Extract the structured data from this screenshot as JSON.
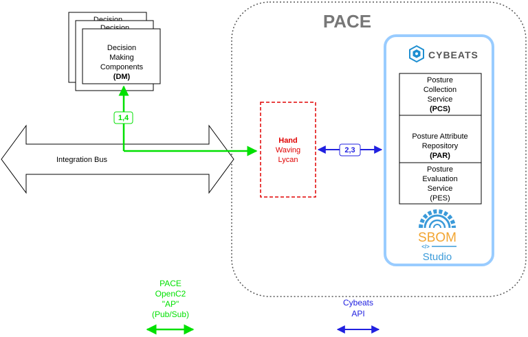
{
  "pace": {
    "title": "PACE"
  },
  "dm": {
    "line1": "Decision",
    "line2": "Making",
    "line3": "Components",
    "line4": "(DM)",
    "back_label_1": "Decision",
    "back_label_2": "Decision"
  },
  "bus": {
    "label": "Integration Bus",
    "badge": "1,4"
  },
  "lycan": {
    "line1": "Hand",
    "line2": "Waving",
    "line3": "Lycan"
  },
  "api_link": {
    "badge": "2,3"
  },
  "cybeats": {
    "brand": "CYBEATS",
    "pcs": [
      "Posture",
      "Collection",
      "Service",
      "(PCS)"
    ],
    "par": [
      "Posture Attribute",
      "Repository",
      "(PAR)"
    ],
    "pes": [
      "Posture",
      "Evaluation",
      "Service",
      "(PES)"
    ],
    "sbom_word": "SBOM",
    "studio_word": "Studio",
    "code_glyph": "</>"
  },
  "legend": {
    "pace_lines": [
      "PACE",
      "OpenC2",
      "\"AP\"",
      "(Pub/Sub)"
    ],
    "cybeats_lines": [
      "Cybeats",
      "API"
    ]
  },
  "colors": {
    "green": "#00e000",
    "blue": "#2020e0",
    "red": "#e00000",
    "light_blue": "#99ccff",
    "grey_title": "#777777",
    "sbom_orange": "#f2a531",
    "studio_blue": "#3a9ad9",
    "cybeats_logo": "#1f8fd1"
  }
}
